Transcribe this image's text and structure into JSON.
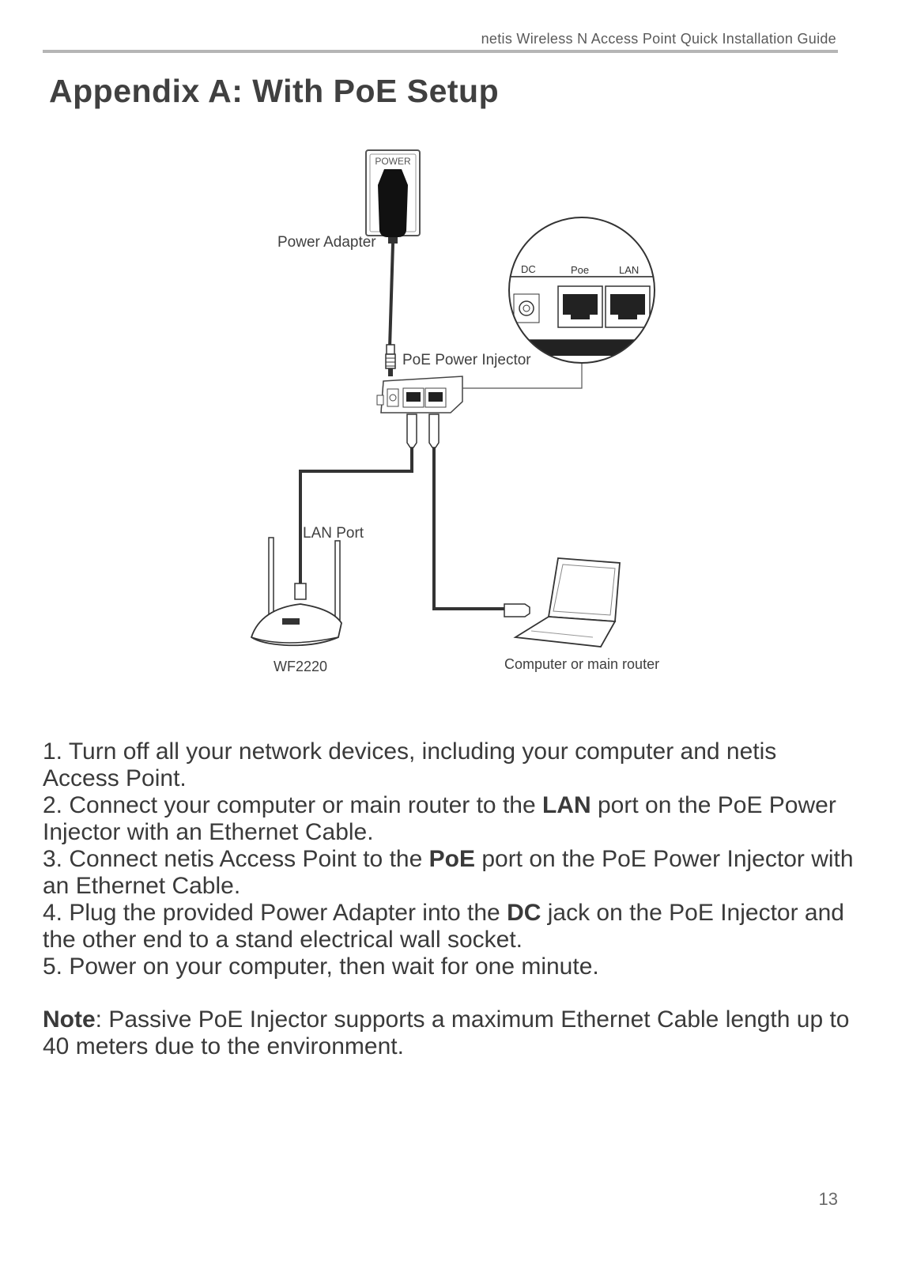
{
  "header": {
    "title": "netis Wireless N Access Point Quick Installation Guide"
  },
  "page_title": "Appendix A: With PoE Setup",
  "diagram": {
    "power_outlet_label": "POWER",
    "power_adapter_label": "Power Adapter",
    "injector_label": "PoE Power Injector",
    "zoom_port_labels": {
      "dc": "DC",
      "poe": "Poe",
      "lan": "LAN"
    },
    "lan_port_label": "LAN Port",
    "access_point_model": "WF2220",
    "computer_label": "Computer or main router"
  },
  "steps": [
    {
      "text_before": "1. Turn off all your network devices, including your computer and netis Access Point.",
      "bold": "",
      "text_after": ""
    },
    {
      "text_before": "2. Connect your computer or main router to the ",
      "bold": "LAN",
      "text_after": " port on the PoE Power Injector with an Ethernet Cable."
    },
    {
      "text_before": "3. Connect netis Access Point to the ",
      "bold": "PoE",
      "text_after": " port on the PoE Power Injector with an Ethernet Cable."
    },
    {
      "text_before": "4. Plug the provided Power Adapter into the ",
      "bold": "DC",
      "text_after": " jack on the PoE Injector and the other end to a stand electrical wall socket."
    },
    {
      "text_before": "5. Power on your computer, then wait for one minute.",
      "bold": "",
      "text_after": ""
    }
  ],
  "note": {
    "label": "Note",
    "text": ": Passive PoE Injector supports a maximum Ethernet Cable length up to 40 meters due to the environment."
  },
  "page_number": "13"
}
